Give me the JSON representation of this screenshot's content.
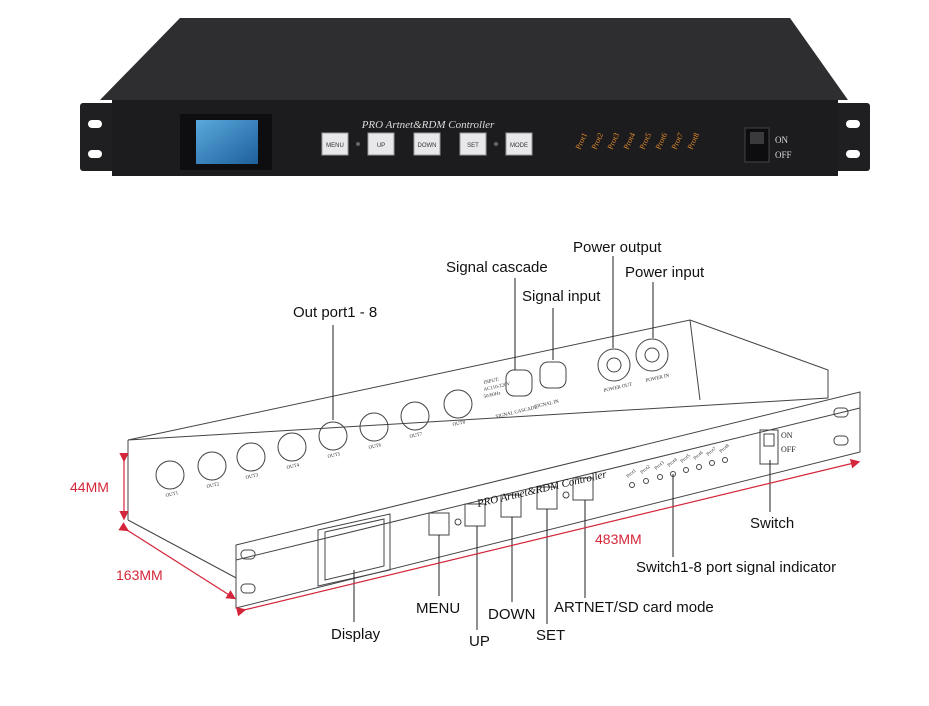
{
  "top_device": {
    "title": "PRO Artnet&RDM Controller",
    "buttons": [
      "MENU",
      "UP",
      "DOWN",
      "SET",
      "MODE"
    ],
    "ports": [
      "Prot1",
      "Prot2",
      "Prot3",
      "Prot4",
      "Prot5",
      "Prot6",
      "Prot7",
      "Prot8"
    ],
    "switch_on": "ON",
    "switch_off": "OFF"
  },
  "diagram": {
    "device_title": "PRO Artnet&RDM Controller",
    "rear_outputs": [
      "OUT1",
      "OUT2",
      "OUT3",
      "OUT4",
      "OUT5",
      "OUT6",
      "OUT7",
      "OUT8"
    ],
    "rear_signal_in": "SIGNAL IN",
    "rear_signal_cascade": "SIGNAL CASCADE",
    "rear_input_spec": [
      "INPUT:",
      "AC110-220V",
      "50/60Hz"
    ],
    "rear_power_out": "POWER OUT",
    "rear_power_in": "POWER IN",
    "front_ports": [
      "Prot1",
      "Prot2",
      "Prot3",
      "Prot4",
      "Prot5",
      "Prot6",
      "Prot7",
      "Prot8"
    ],
    "switch_on": "ON",
    "switch_off": "OFF"
  },
  "labels": {
    "out_ports": "Out port1 - 8",
    "signal_cascade": "Signal cascade",
    "signal_input": "Signal input",
    "power_output": "Power output",
    "power_input": "Power input",
    "switch": "Switch",
    "indicator": "Switch1-8 port signal indicator",
    "artnet_mode": "ARTNET/SD card mode",
    "set": "SET",
    "down": "DOWN",
    "up": "UP",
    "menu": "MENU",
    "display": "Display"
  },
  "dimensions": {
    "height": "44MM",
    "depth": "163MM",
    "width": "483MM"
  },
  "colors": {
    "dimension": "#d4263a",
    "device_body": "#1c1c1e",
    "screen": "#2a7ab8"
  }
}
